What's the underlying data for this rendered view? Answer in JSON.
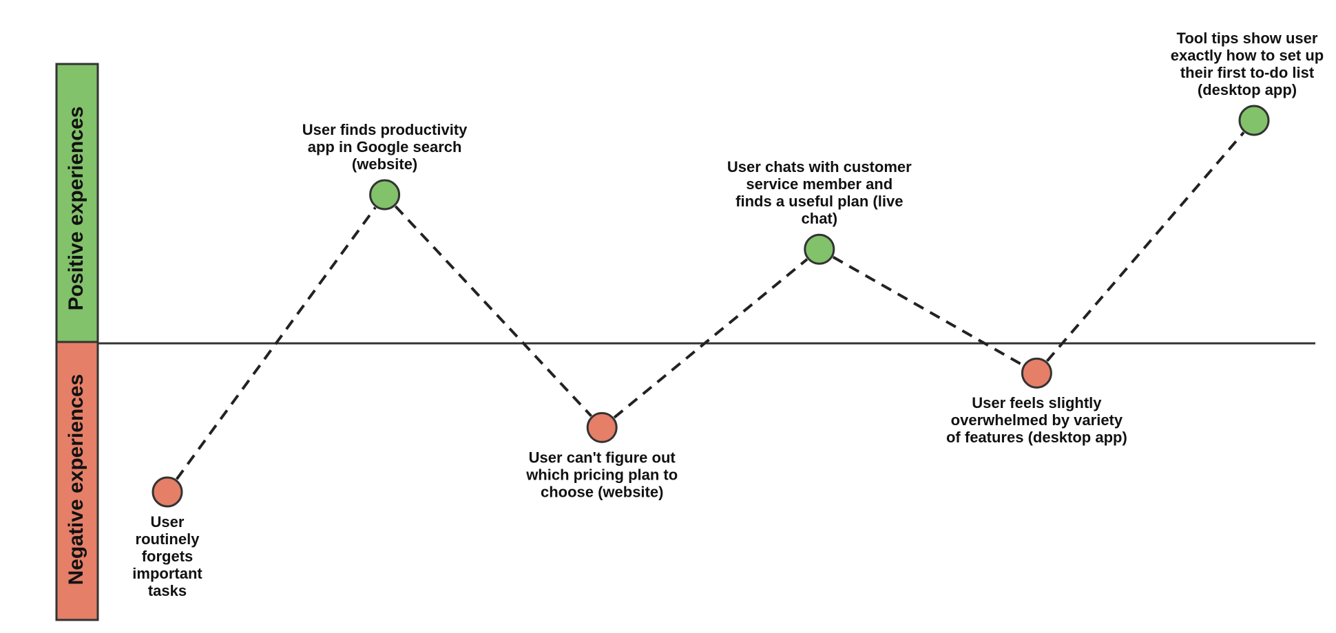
{
  "bands": {
    "positive": {
      "label": "Positive experiences",
      "color": "#82c26a"
    },
    "negative": {
      "label": "Negative experiences",
      "color": "#e57f68"
    }
  },
  "colors": {
    "positive_point": "#82c26a",
    "negative_point": "#e57f68",
    "line": "#222222",
    "axis": "#333333"
  },
  "chart_data": {
    "type": "line",
    "baseline": 0,
    "points": [
      {
        "step": 1,
        "sentiment": "negative",
        "level": -3,
        "lines": [
          "User",
          "routinely",
          "forgets",
          "important",
          "tasks"
        ]
      },
      {
        "step": 2,
        "sentiment": "positive",
        "level": 3,
        "lines": [
          "User finds productivity",
          "app in Google search",
          "(website)"
        ]
      },
      {
        "step": 3,
        "sentiment": "negative",
        "level": -1.7,
        "lines": [
          "User can't figure out",
          "which pricing plan to",
          "choose (website)"
        ]
      },
      {
        "step": 4,
        "sentiment": "positive",
        "level": 1.9,
        "lines": [
          "User chats with customer",
          "service member and",
          "finds a useful plan (live",
          "chat)"
        ]
      },
      {
        "step": 5,
        "sentiment": "negative",
        "level": -0.6,
        "lines": [
          "User feels slightly",
          "overwhelmed by variety",
          "of features (desktop app)"
        ]
      },
      {
        "step": 6,
        "sentiment": "positive",
        "level": 4.5,
        "lines": [
          "Tool tips show user",
          "exactly how to set up",
          "their first to-do list",
          "(desktop app)"
        ]
      }
    ]
  }
}
